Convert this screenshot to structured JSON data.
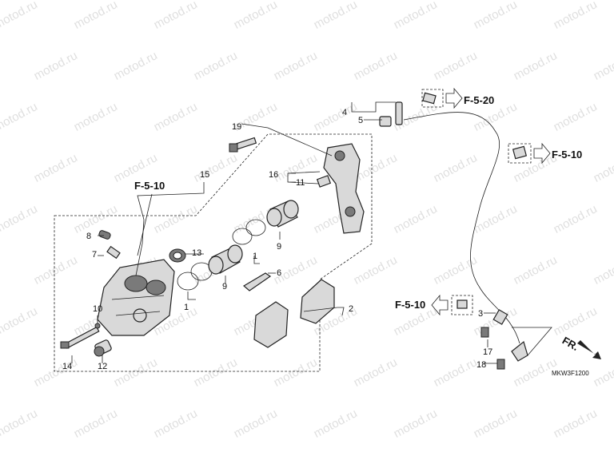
{
  "watermark": "motod.ru",
  "code": "MKW3F1200",
  "fr": "FR.",
  "refs": {
    "f510_top": "F-5-10",
    "f520": "F-5-20",
    "f510_right": "F-5-10",
    "f510_bottom": "F-5-10"
  },
  "labels": {
    "n1a": "1",
    "n1b": "1",
    "n2": "2",
    "n3": "3",
    "n4": "4",
    "n5": "5",
    "n6": "6",
    "n7": "7",
    "n8": "8",
    "n9a": "9",
    "n9b": "9",
    "n10": "10",
    "n11": "11",
    "n12": "12",
    "n13": "13",
    "n14": "14",
    "n15": "15",
    "n16": "16",
    "n17": "17",
    "n18": "18",
    "n19": "19"
  }
}
